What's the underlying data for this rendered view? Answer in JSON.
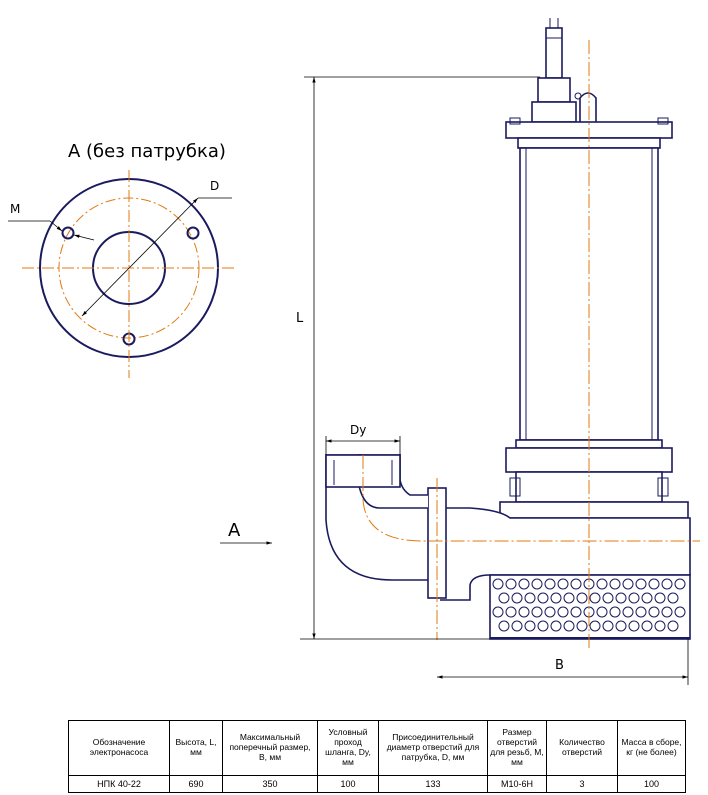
{
  "drawing": {
    "view_title": "А (без патрубка)",
    "labels": {
      "diameter": "D",
      "thread": "M",
      "length": "L",
      "hose": "Dy",
      "view_arrow": "А",
      "width": "B"
    },
    "colors": {
      "outline": "#1a1a5e",
      "centerline": "#e07a10",
      "dimension": "#000000"
    }
  },
  "table": {
    "headers": [
      "Обозначение электронасоса",
      "Высота, L, мм",
      "Максимальный поперечный размер, B, мм",
      "Условный проход шланга, Dy, мм",
      "Присоединительный диаметр отверстий для патрубка, D, мм",
      "Размер отверстий для резьб, M, мм",
      "Количество отверстий",
      "Масса в сборе, кг (не более)"
    ],
    "row": [
      "НПК 40-22",
      "690",
      "350",
      "100",
      "133",
      "М10-6Н",
      "3",
      "100"
    ]
  }
}
